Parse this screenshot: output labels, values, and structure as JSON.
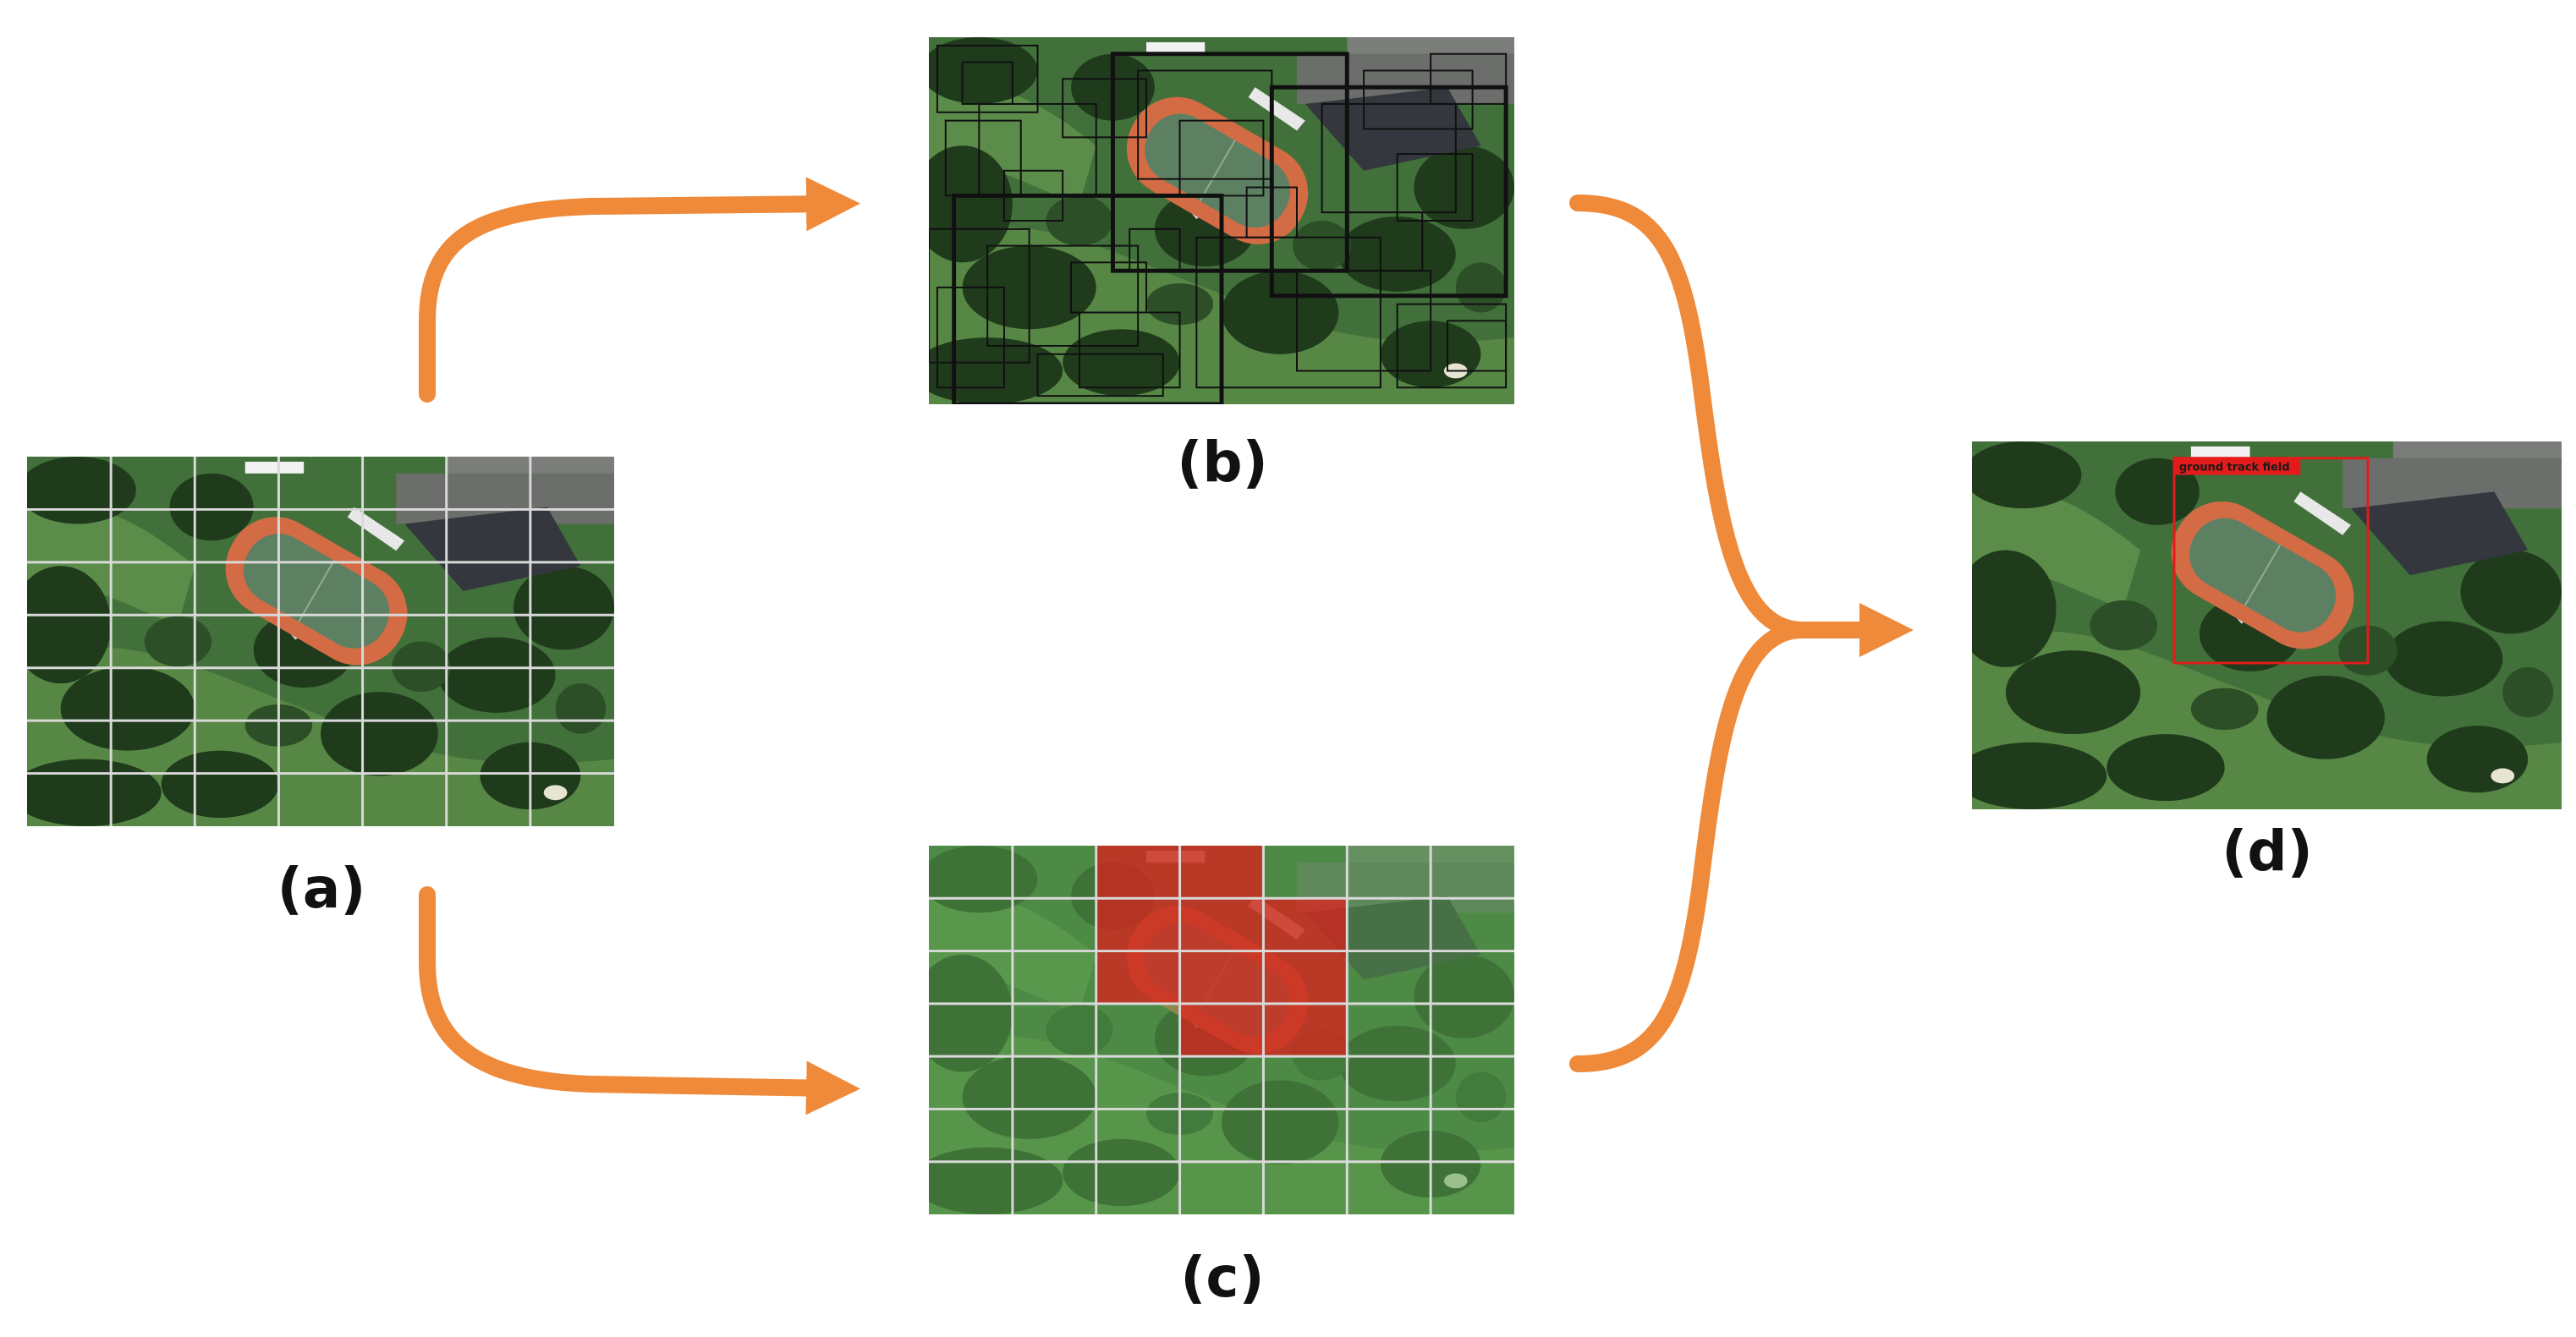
{
  "colors": {
    "arrow": "#ef8a3a",
    "grid_line": "#d9d9d9",
    "dark_box": "#101010",
    "highlight": "#e31b1b",
    "detection_box": "#e31b1b",
    "green_overlay": "#58a14e",
    "track": "#d36b45",
    "field": "#5d8062",
    "grass": "#3f6e33",
    "trees": "#1f3a1d",
    "roof": "#3a3d44"
  },
  "panels": {
    "a": {
      "caption": "(a)",
      "grid": {
        "rows": 7,
        "cols": 7
      }
    },
    "b": {
      "caption": "(b)",
      "overlay": "dense candidate boxes"
    },
    "c": {
      "caption": "(c)",
      "grid": {
        "rows": 7,
        "cols": 7
      },
      "highlighted_cells": [
        [
          0,
          2
        ],
        [
          0,
          3
        ],
        [
          1,
          2
        ],
        [
          1,
          3
        ],
        [
          1,
          4
        ],
        [
          2,
          2
        ],
        [
          2,
          3
        ],
        [
          2,
          4
        ],
        [
          3,
          3
        ],
        [
          3,
          4
        ]
      ]
    },
    "d": {
      "caption": "(d)",
      "detection_label": "ground track field"
    }
  },
  "icons": {
    "arrow_a_to_b": "arrow-right-curved-up",
    "arrow_a_to_c": "arrow-right-curved-down",
    "merge_to_d": "brace-merge-arrow"
  }
}
